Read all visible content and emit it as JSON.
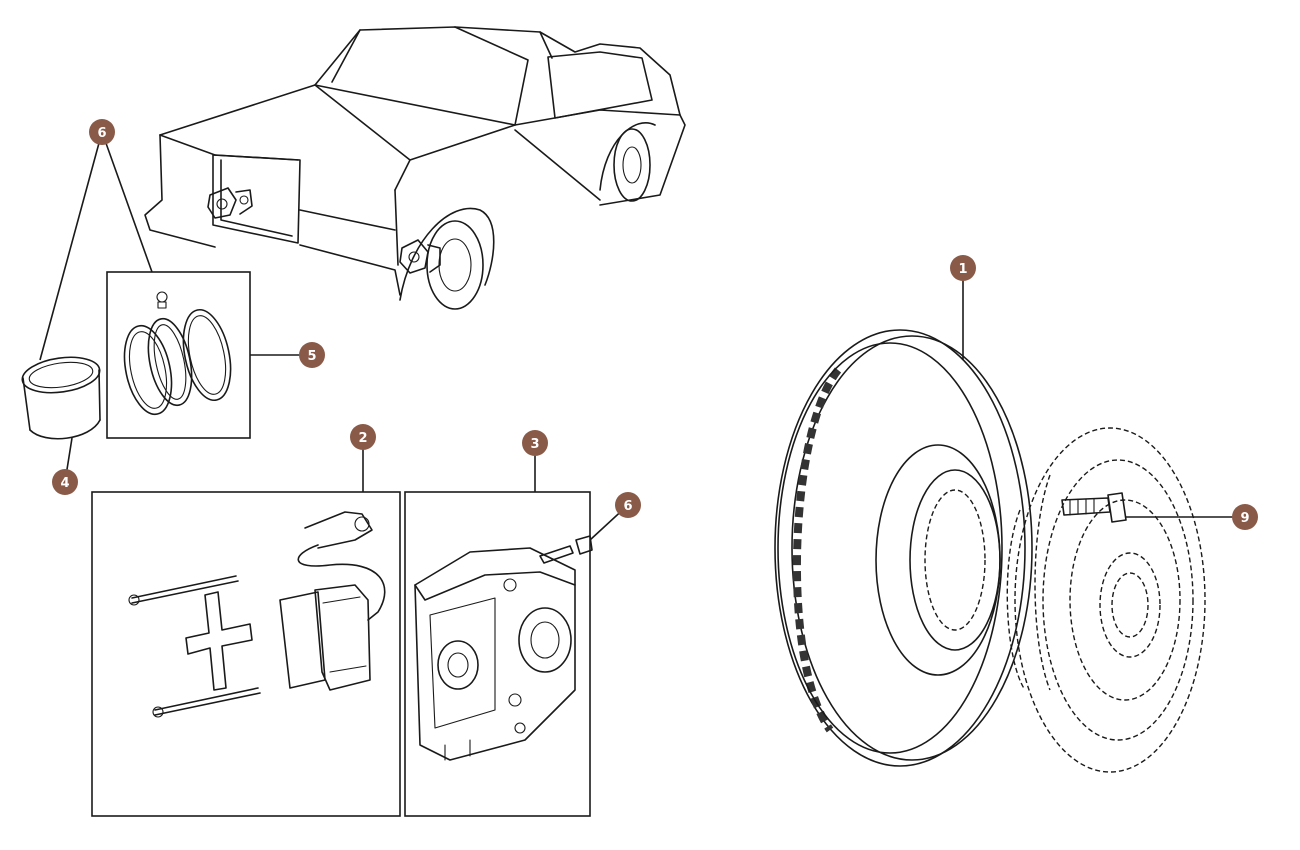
{
  "colors": {
    "callout": "#8a5a48",
    "line": "#1a1a1a"
  },
  "callouts": {
    "c1": "1",
    "c2": "2",
    "c3": "3",
    "c4": "4",
    "c5": "5",
    "c6a": "6",
    "c6b": "6",
    "c9": "9"
  }
}
